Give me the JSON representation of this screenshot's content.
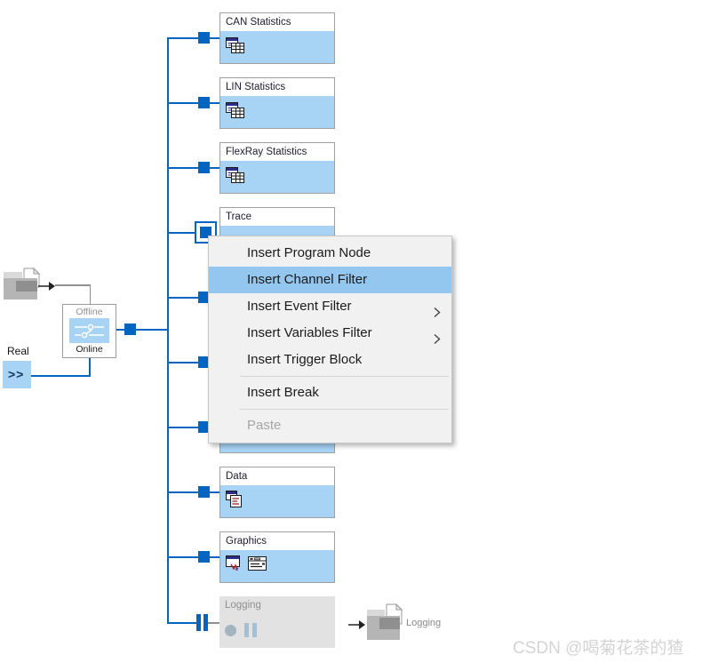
{
  "blocks": {
    "can": {
      "title": "CAN Statistics"
    },
    "lin": {
      "title": "LIN Statistics"
    },
    "flexray": {
      "title": "FlexRay Statistics"
    },
    "trace": {
      "title": "Trace"
    },
    "data": {
      "title": "Data"
    },
    "graphics": {
      "title": "Graphics"
    },
    "logging": {
      "title": "Logging"
    }
  },
  "source": {
    "switch_top_label": "Offline",
    "switch_bottom_label": "Online",
    "real_label": "Real",
    "real_symbol": ">>"
  },
  "logging_output": {
    "label": "Logging"
  },
  "context_menu": {
    "items": [
      {
        "label": "Insert Program Node",
        "enabled": true,
        "highlighted": false,
        "has_submenu": false
      },
      {
        "label": "Insert Channel Filter",
        "enabled": true,
        "highlighted": true,
        "has_submenu": false
      },
      {
        "label": "Insert Event Filter",
        "enabled": true,
        "highlighted": false,
        "has_submenu": true
      },
      {
        "label": "Insert Variables Filter",
        "enabled": true,
        "highlighted": false,
        "has_submenu": true
      },
      {
        "label": "Insert Trigger Block",
        "enabled": true,
        "highlighted": false,
        "has_submenu": false
      },
      {
        "label": "Insert Break",
        "enabled": true,
        "highlighted": false,
        "has_submenu": false
      },
      {
        "label": "Paste",
        "enabled": false,
        "highlighted": false,
        "has_submenu": false
      }
    ]
  },
  "watermark": {
    "text": "CSDN @喝菊花茶的猹"
  },
  "icons": {
    "statistics": "table-windows-icon",
    "data": "report-window-icon",
    "graphics": "plot-window-icon and legend-icon",
    "logging": "record-circle-icon and pause-icon",
    "file_source": "folder-file-icon",
    "file_sink": "folder-file-icon",
    "switch": "toggle-switch-icon",
    "submenu": "chevron-right-icon",
    "flow": "arrow-right-icon"
  },
  "colors": {
    "line_blue": "#0065C1",
    "block_fill": "#A7D3F5",
    "menu_bg": "#F1F1F1",
    "menu_highlight": "#93C7F0",
    "logging_gray": "#E2E2E2",
    "disabled_text": "#A6A6A6",
    "icon_titlebar_navy": "#2D2D87",
    "icon_red": "#8E2020"
  }
}
